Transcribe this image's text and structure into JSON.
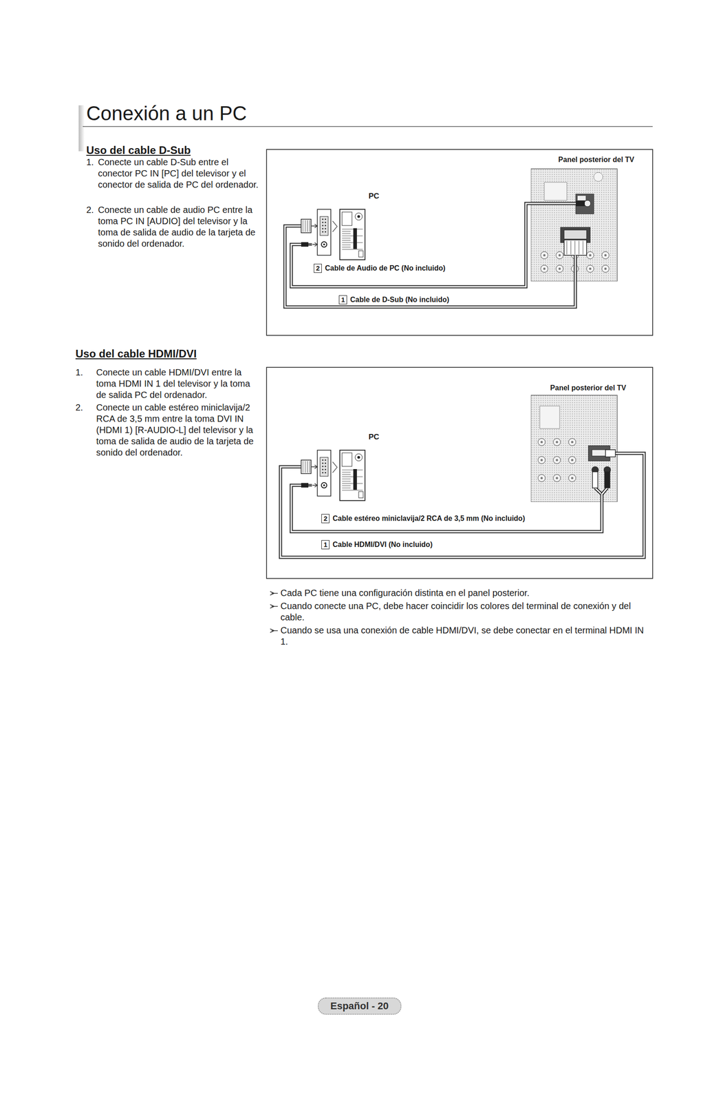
{
  "diagram": {
    "title": "Conexión a un PC",
    "nodes": [
      {
        "text": [
          "PC"
        ]
      },
      {
        "text": [
          "Panel posterior del TV"
        ]
      },
      {
        "text": [
          "PC"
        ]
      },
      {
        "text": [
          "Panel posterior del TV"
        ]
      }
    ],
    "edges": [
      {
        "from": 0,
        "to": 1,
        "arrow": "none",
        "label": "Cable de Audio de PC (No incluido)"
      },
      {
        "from": 0,
        "to": 1,
        "arrow": "none",
        "label": "Cable de D-Sub (No incluido)"
      },
      {
        "from": 2,
        "to": 3,
        "arrow": "none",
        "label": "Cable estéreo miniclavija/2 RCA de 3,5 mm (No incluido)"
      },
      {
        "from": 2,
        "to": 3,
        "arrow": "none",
        "label": "Cable HDMI/DVI (No incluido)"
      }
    ],
    "labels": [
      "Uso del cable D-Sub",
      "1.",
      "Conecte un cable D-Sub entre el conector PC IN [PC] del televisor y el conector de salida de PC del ordenador.",
      "2.",
      "Conecte un cable de audio PC entre la toma PC IN [AUDIO] del televisor y la toma de salida de audio de la tarjeta de sonido del ordenador.",
      "2",
      "1",
      "Uso del cable HDMI/DVI",
      "1.",
      "Conecte un cable HDMI/DVI entre la toma HDMI IN 1 del televisor y la toma de salida PC del ordenador.",
      "2.",
      "Conecte un cable estéreo miniclavija/2 RCA de 3,5 mm entre la toma DVI IN (HDMI 1) [R-AUDIO-L] del televisor y la toma de salida de audio de la tarjeta de sonido del ordenador.",
      "2",
      "1",
      "Cada PC tiene una configuración distinta en el panel posterior.",
      "Cuando conecte una PC, debe hacer coincidir los colores del terminal de conexión y del cable.",
      "Cuando se usa una conexión de cable HDMI/DVI, se debe conectar en el terminal HDMI IN 1.",
      "Español - 20"
    ]
  }
}
